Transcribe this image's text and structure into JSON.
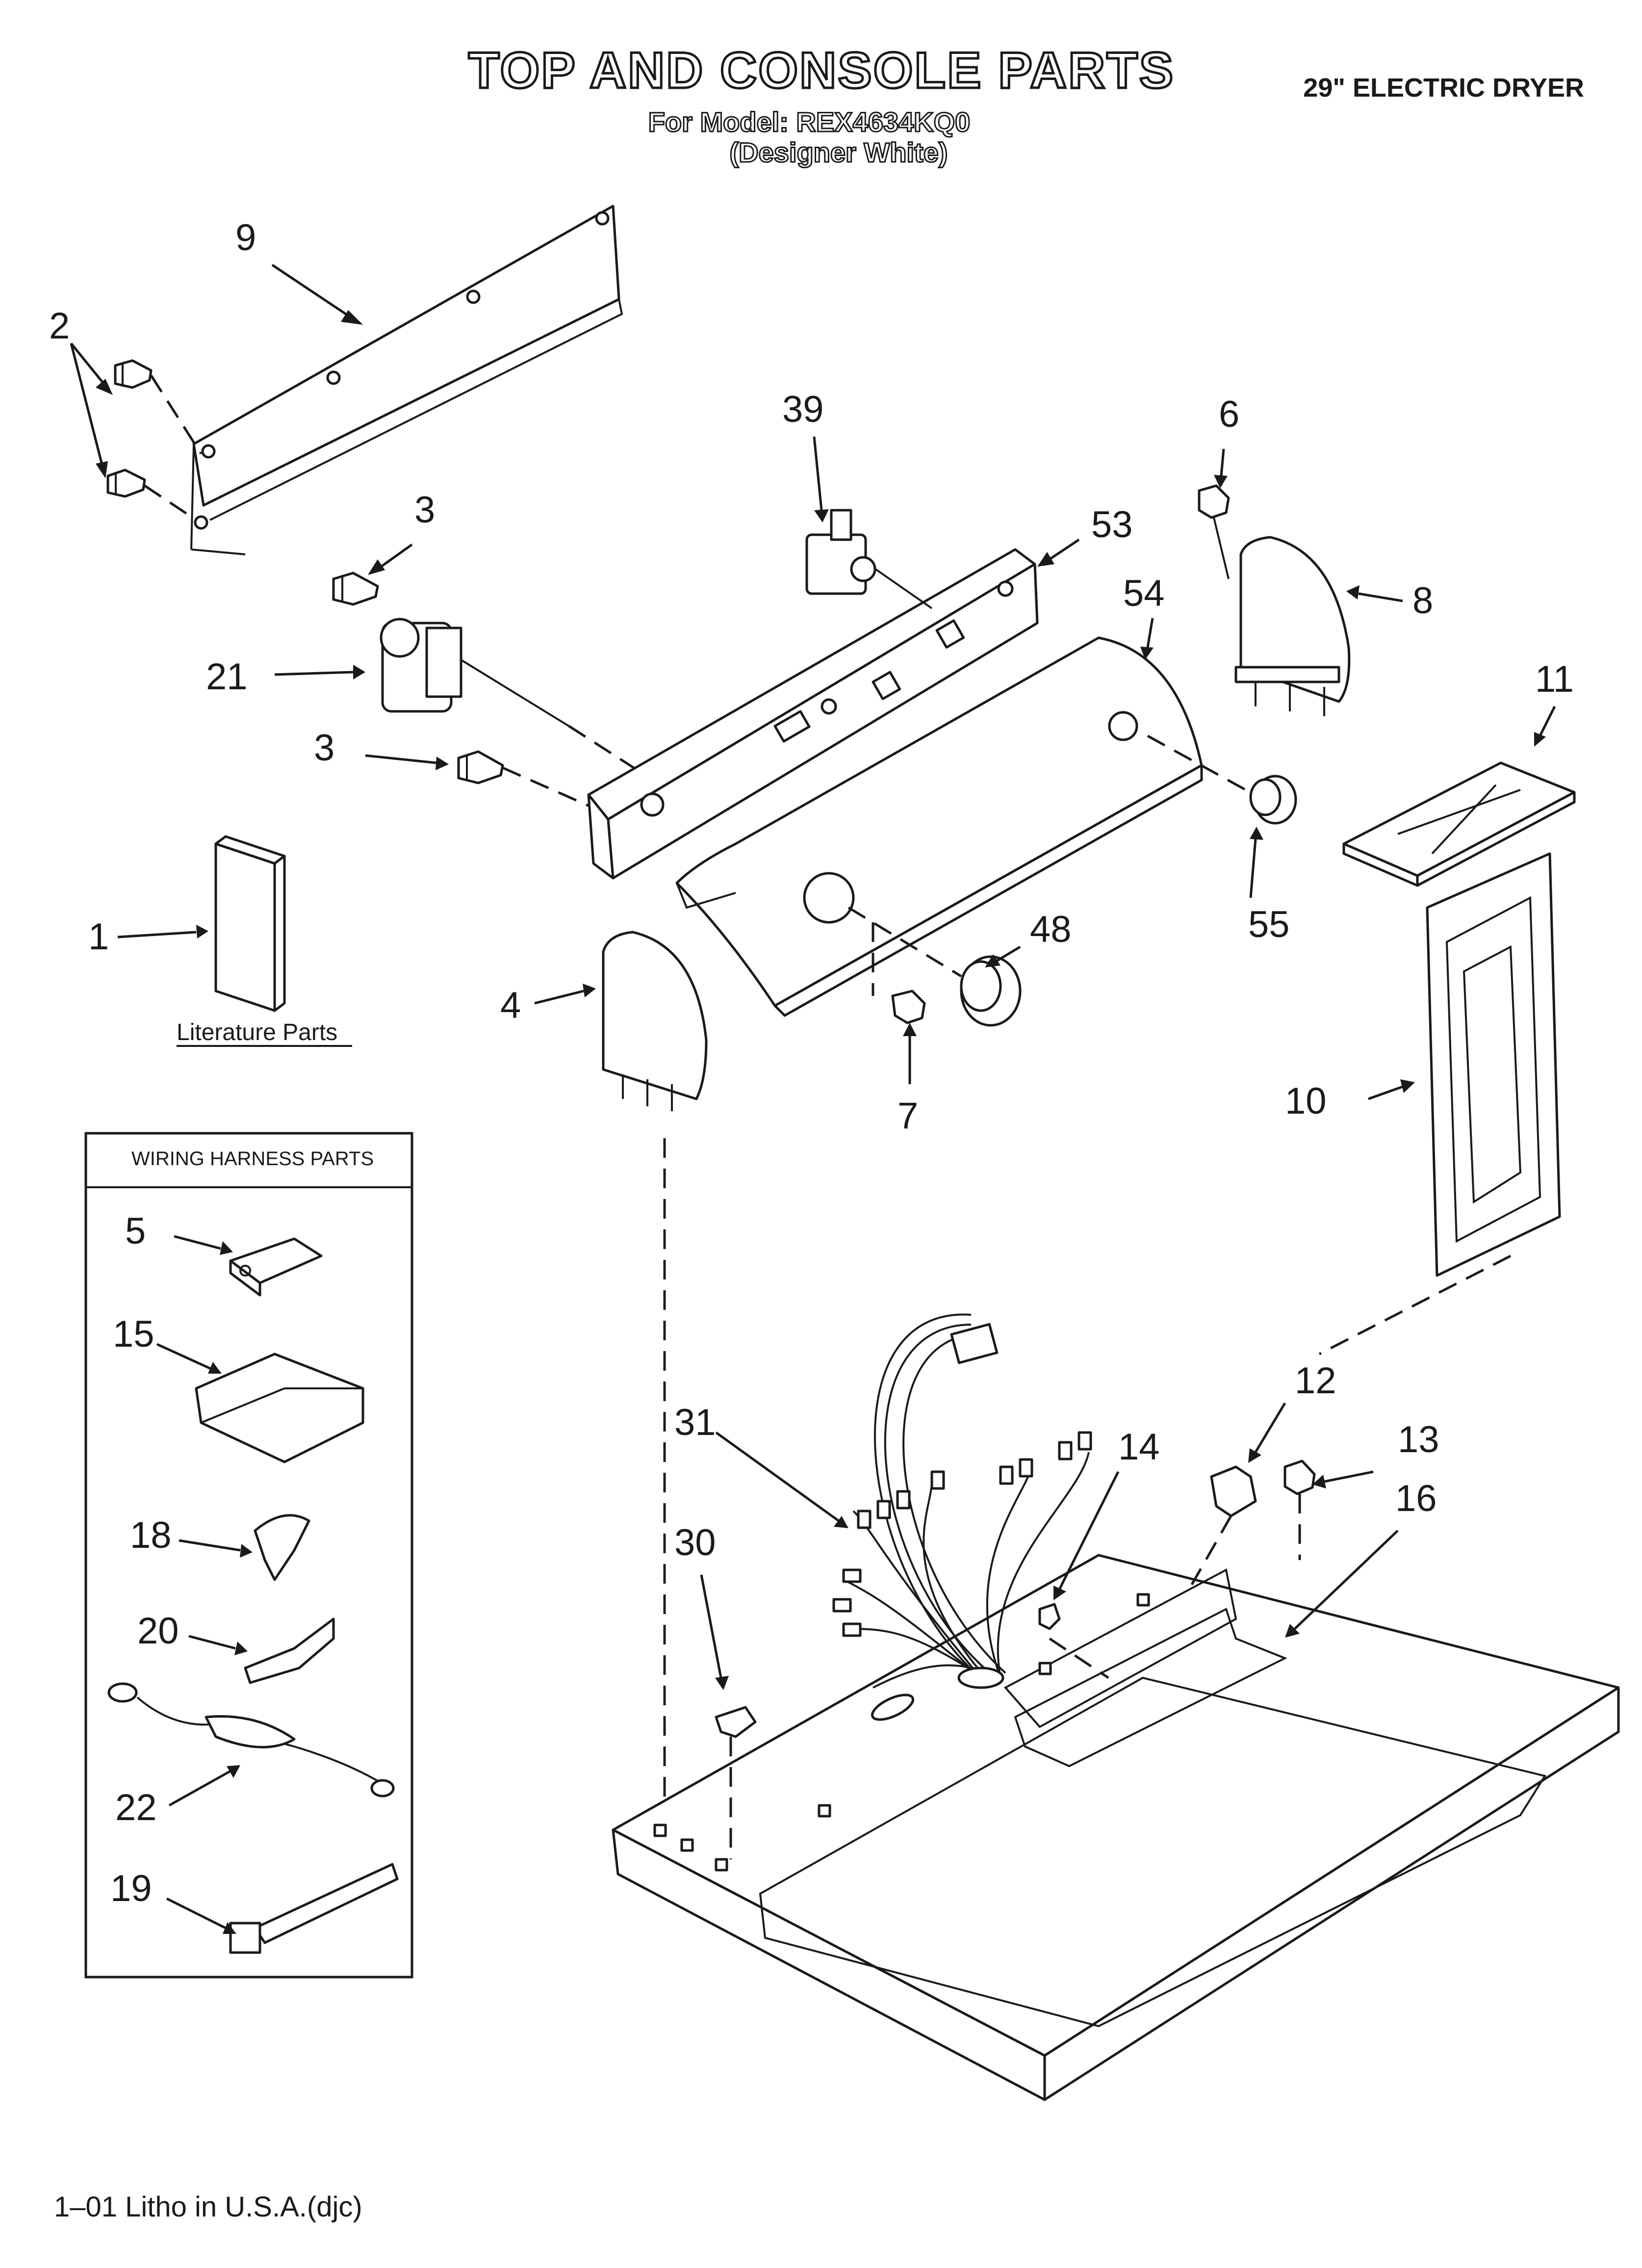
{
  "header": {
    "title": "TOP AND CONSOLE PARTS",
    "model_line": "For Model: REX4634KQ0",
    "model_color": "(Designer White)",
    "product": "29\" ELECTRIC DRYER"
  },
  "footer": {
    "litho": "1–01 Litho in U.S.A.(djc)"
  },
  "literature_label": "Literature Parts",
  "harness_box": {
    "title": "WIRING HARNESS PARTS"
  },
  "callouts": {
    "c1": "1",
    "c2": "2",
    "c3a": "3",
    "c3b": "3",
    "c4": "4",
    "c5": "5",
    "c6": "6",
    "c7": "7",
    "c8": "8",
    "c9": "9",
    "c10": "10",
    "c11": "11",
    "c12": "12",
    "c13": "13",
    "c14": "14",
    "c15": "15",
    "c16": "16",
    "c18": "18",
    "c19": "19",
    "c20": "20",
    "c21": "21",
    "c22": "22",
    "c30": "30",
    "c31": "31",
    "c39": "39",
    "c48": "48",
    "c53": "53",
    "c54": "54",
    "c55": "55"
  },
  "colors": {
    "ink": "#1a1a1a",
    "paper": "#ffffff"
  }
}
